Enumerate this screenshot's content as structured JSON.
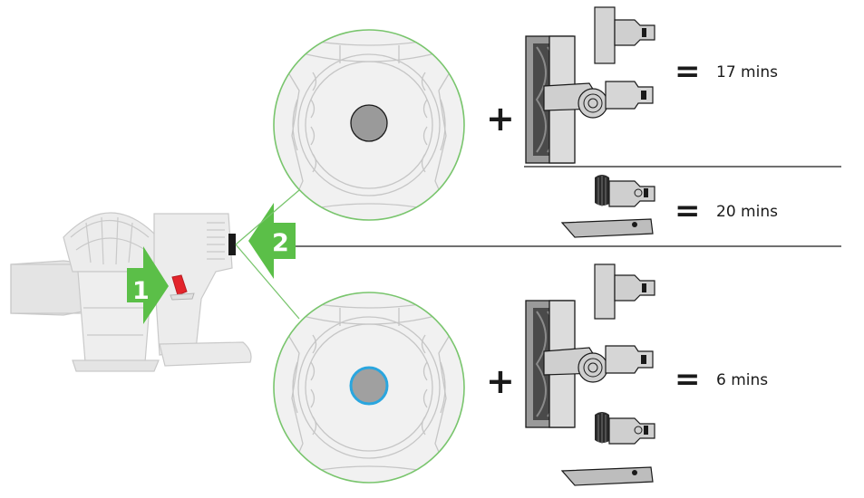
{
  "steps": {
    "step1": "1",
    "step2": "2"
  },
  "symbols": {
    "plus": "+",
    "equals": "="
  },
  "runtimes": [
    {
      "label": "17 mins"
    },
    {
      "label": "20 mins"
    },
    {
      "label": "6 mins"
    }
  ],
  "colors": {
    "arrow_green": "#5bbf48",
    "zoom_circle_green": "#79c56d",
    "trigger_red": "#e3242b",
    "max_mode_ring_blue": "#2aa6df",
    "device_gray": "#d9d9d9",
    "line_gray": "#9a9a9a"
  },
  "icons": [
    "vacuum-handheld-icon",
    "power-mode-button-icon",
    "motorhead-tool-icon",
    "adapter-tool-icon",
    "combination-tool-icon",
    "crevice-tool-icon"
  ]
}
